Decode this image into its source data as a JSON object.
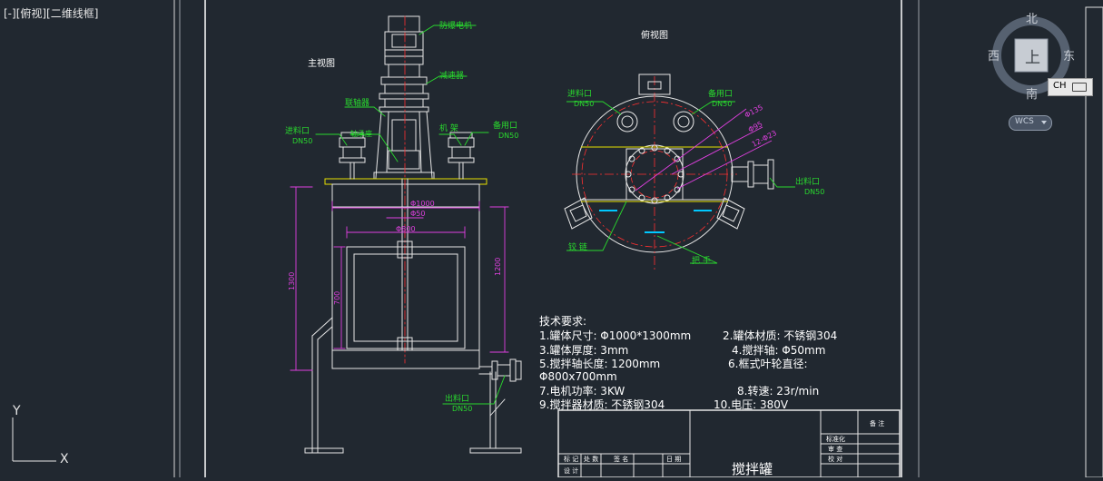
{
  "viewport": {
    "label": "[-][俯视][二维线框]"
  },
  "viewcube": {
    "north": "北",
    "south": "南",
    "east": "东",
    "west": "西",
    "top": "上",
    "ucs": "WCS"
  },
  "ime": {
    "label": "CH"
  },
  "drawing": {
    "front_view_label": "主视图",
    "top_view_label": "俯视图",
    "labels": {
      "motor": "防爆电机",
      "reducer": "减速器",
      "coupling": "联轴器",
      "bearing": "轴承座",
      "frame": "机 架",
      "inlet": "进料口",
      "inlet_dn": "DN50",
      "spare": "备用口",
      "spare_dn": "DN50",
      "outlet": "出料口",
      "outlet_dn": "DN50",
      "top_inlet": "进料口",
      "top_inlet_dn": "DN50",
      "top_spare": "备用口",
      "top_spare_dn": "DN50",
      "top_outlet": "出料口",
      "top_outlet_dn": "DN50",
      "hinge": "铰 链",
      "handle": "把 手"
    },
    "dims": {
      "d1000": "Φ1000",
      "d50": "Φ50",
      "d800": "Φ800",
      "h1300": "1300",
      "h1200": "1200",
      "h700": "700",
      "top_d1": "Φ135",
      "top_d2": "Φ95",
      "top_holes": "12-Φ23"
    },
    "specs": {
      "title": "技术要求:",
      "l1a": "1.罐体尺寸: Φ1000*1300mm",
      "l1b": "2.罐体材质: 不锈钢304",
      "l2a": "3.罐体厚度: 3mm",
      "l2b": "4.搅拌轴: Φ50mm",
      "l3a": "5.搅拌轴长度: 1200mm",
      "l3b": "6.框式叶轮直径:",
      "l4": "Φ800x700mm",
      "l5a": "7.电机功率: 3KW",
      "l5b": "8.转速: 23r/min",
      "l6a": "9.搅拌器材质: 不锈钢304",
      "l6b": "10.电压: 380V"
    },
    "titleblock": {
      "remark": "备 注",
      "standardize": "标准化",
      "review": "审 查",
      "proof": "校 对",
      "c1": "标 记",
      "c2": "处 数",
      "c3": "签 名",
      "c4": "日 期",
      "design": "设 计",
      "name": "搅拌罐"
    }
  }
}
